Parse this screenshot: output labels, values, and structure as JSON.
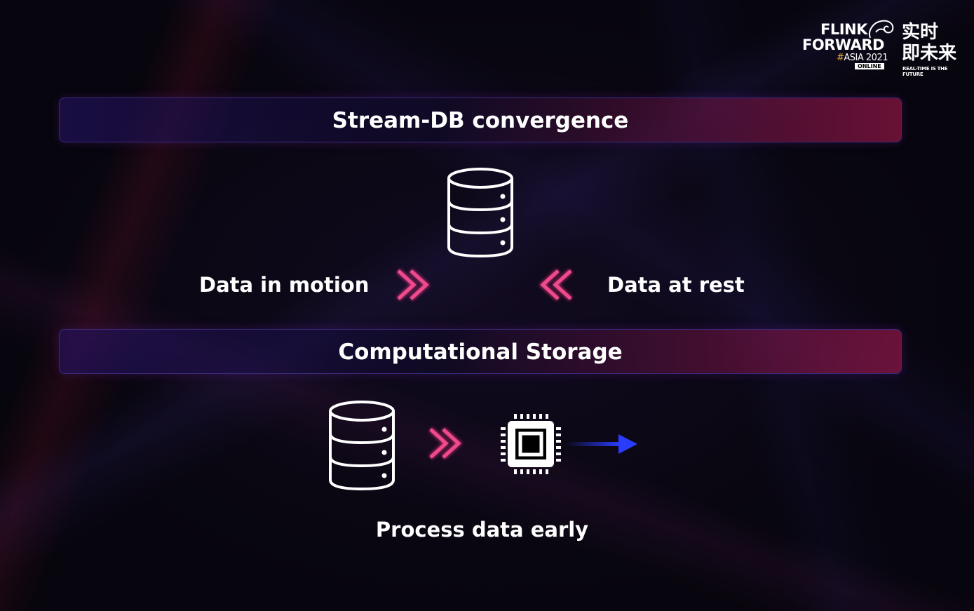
{
  "header": {
    "logo": {
      "line1": "FLINK",
      "line2": "FORWARD",
      "hash": "#",
      "edition": "ASIA 2021",
      "badge": "ONLINE",
      "cn_line1": "实时",
      "cn_line2": "即未来",
      "tagline": "REAL-TIME IS THE FUTURE"
    }
  },
  "section1": {
    "title": "Stream-DB convergence",
    "left_label": "Data in motion",
    "right_label": "Data at rest",
    "icons": [
      "database-icon",
      "chevron-right-icon",
      "chevron-left-icon"
    ]
  },
  "section2": {
    "title": "Computational Storage",
    "caption": "Process data early",
    "icons": [
      "database-icon",
      "chevron-right-icon",
      "cpu-chip-icon",
      "arrow-right-icon"
    ]
  },
  "colors": {
    "background": "#07050d",
    "chevron": "#e0307a",
    "arrow": "#2a3cff",
    "banner_border": "#3a2a7a",
    "accent_yellow": "#f2b13a"
  }
}
